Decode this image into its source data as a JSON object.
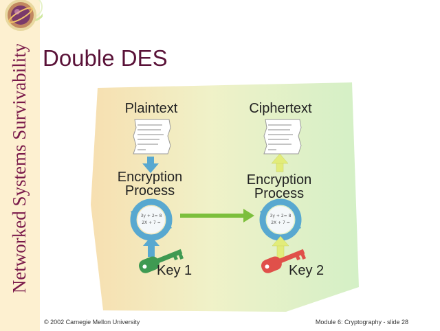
{
  "sidebar": {
    "vertical_title": "Networked Systems Survivability"
  },
  "slide": {
    "title": "Double DES"
  },
  "diagram": {
    "plaintext_label": "Plaintext",
    "ciphertext_label": "Ciphertext",
    "process_left": {
      "line1": "Encryption",
      "line2": "Process"
    },
    "process_right": {
      "line1": "Encryption",
      "line2": "Process"
    },
    "key1_label": "Key 1",
    "key2_label": "Key 2"
  },
  "footer": {
    "copyright": "© 2002 Carnegie Mellon University",
    "slide_info": "Module 6: Cryptography - slide 28"
  },
  "colors": {
    "title": "#5a1238",
    "sidebar_text": "#7a1a4a",
    "cycle": "#58a8d0",
    "arrow_green": "#7cbf3c",
    "arrow_yellow": "#e2ec7a",
    "key1": "#3f9a52",
    "key2": "#e0504a"
  },
  "icons": [
    "globe-logo-icon",
    "document-icon",
    "key-icon",
    "cycle-icon"
  ]
}
